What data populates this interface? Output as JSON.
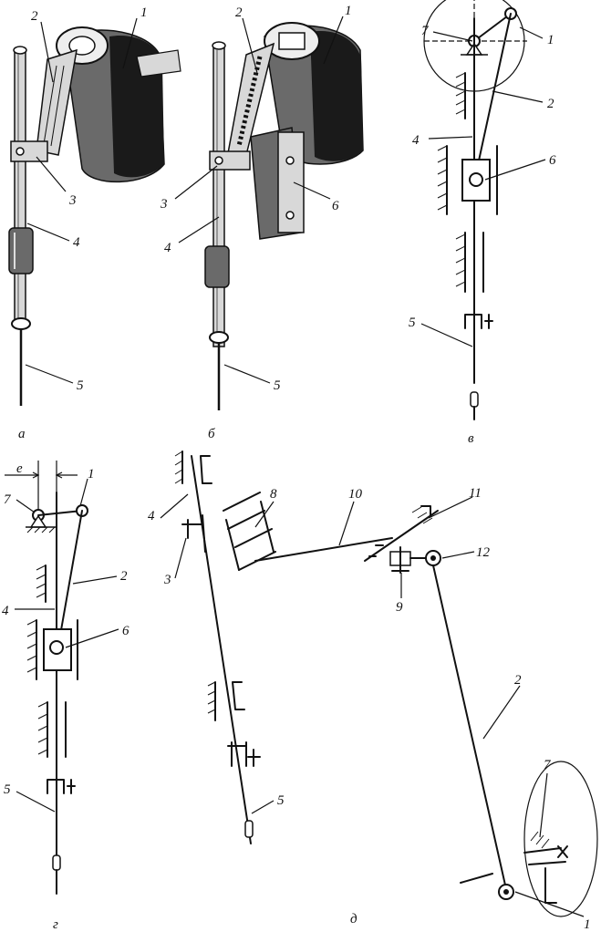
{
  "panels": {
    "a": {
      "caption": "а",
      "labels": [
        "1",
        "2",
        "3",
        "4",
        "5"
      ]
    },
    "b": {
      "caption": "б",
      "labels": [
        "1",
        "2",
        "3",
        "4",
        "5",
        "6"
      ]
    },
    "v": {
      "caption": "в",
      "labels": [
        "1",
        "2",
        "4",
        "5",
        "6",
        "7"
      ]
    },
    "g": {
      "caption": "г",
      "labels": [
        "1",
        "2",
        "4",
        "5",
        "6",
        "7"
      ],
      "dimension": "e"
    },
    "d": {
      "caption": "д",
      "labels": [
        "1",
        "2",
        "3",
        "4",
        "5",
        "7",
        "8",
        "9",
        "10",
        "11",
        "12"
      ]
    }
  }
}
